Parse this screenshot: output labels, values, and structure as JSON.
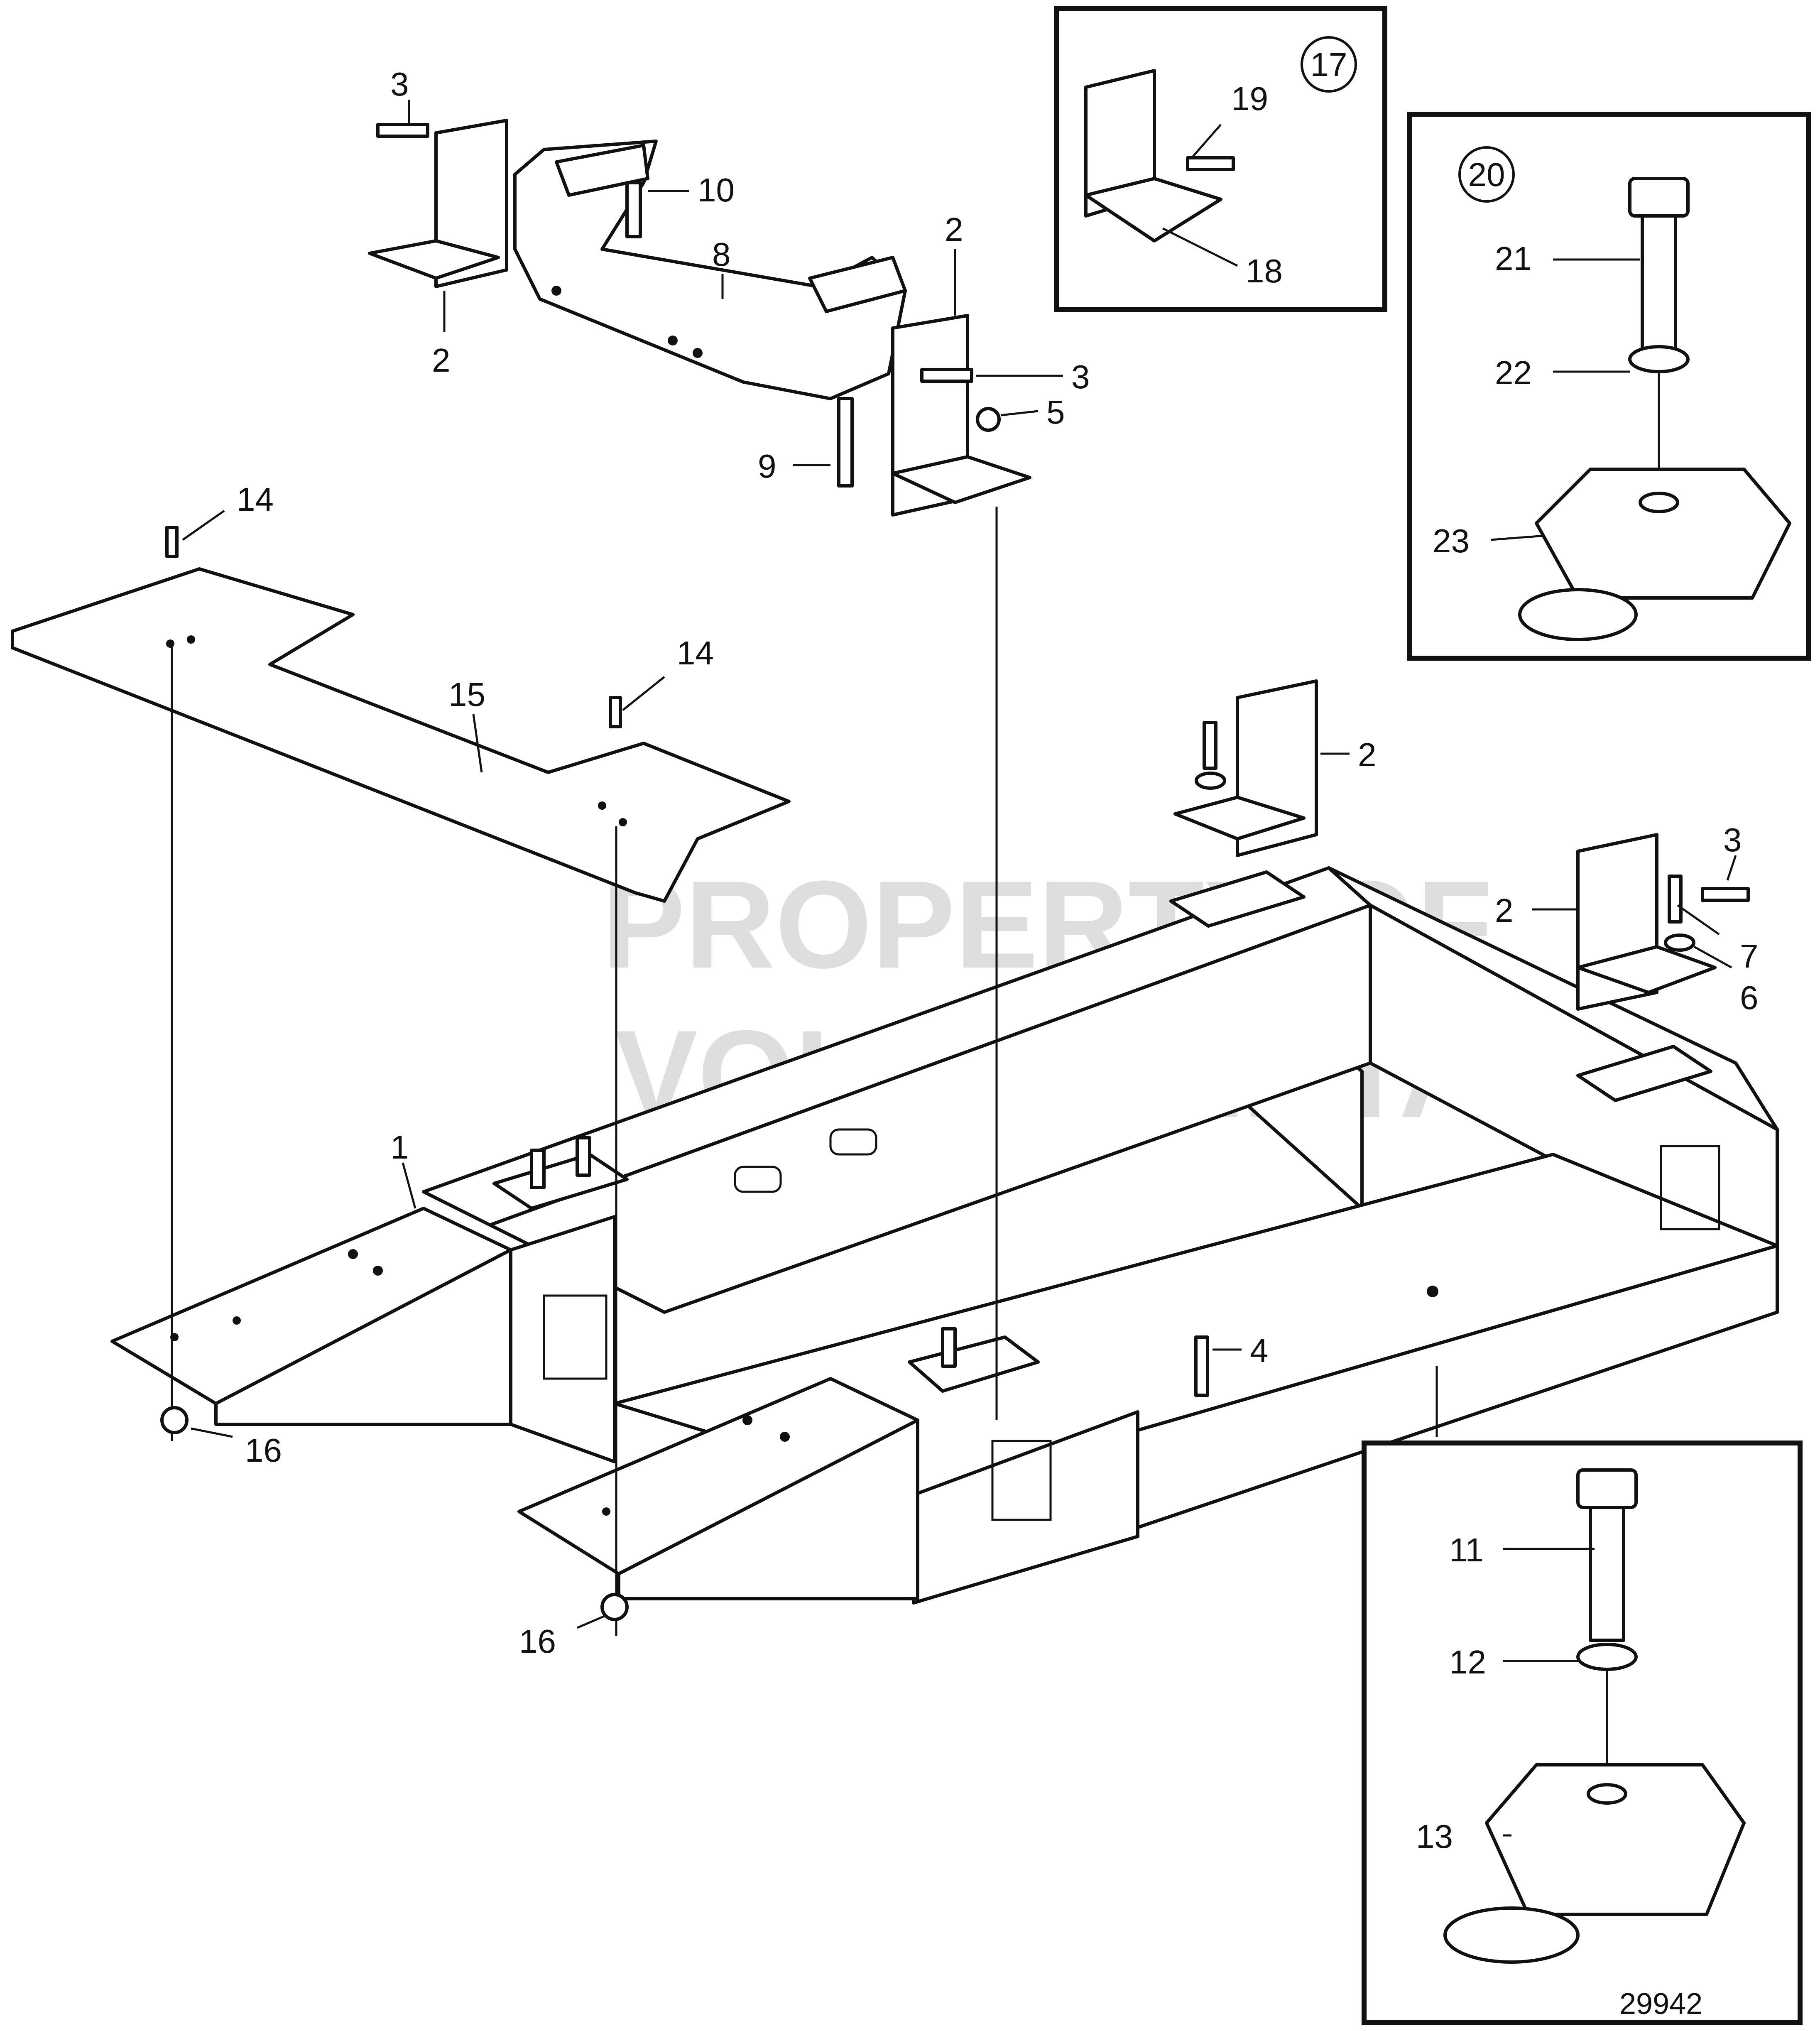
{
  "watermark": {
    "line1": "PROPERTY OF",
    "line2": "VOLVO PENTA"
  },
  "drawing_number": "29942",
  "callouts": [
    {
      "id": "c3a",
      "text": "3"
    },
    {
      "id": "c10",
      "text": "10"
    },
    {
      "id": "c2a",
      "text": "2"
    },
    {
      "id": "c8",
      "text": "8"
    },
    {
      "id": "c2b",
      "text": "2"
    },
    {
      "id": "c3b",
      "text": "3"
    },
    {
      "id": "c5",
      "text": "5"
    },
    {
      "id": "c9",
      "text": "9"
    },
    {
      "id": "c14a",
      "text": "14"
    },
    {
      "id": "c15",
      "text": "15"
    },
    {
      "id": "c14b",
      "text": "14"
    },
    {
      "id": "c19",
      "text": "19"
    },
    {
      "id": "c18",
      "text": "18"
    },
    {
      "id": "c21",
      "text": "21"
    },
    {
      "id": "c22",
      "text": "22"
    },
    {
      "id": "c23",
      "text": "23"
    },
    {
      "id": "c2c",
      "text": "2"
    },
    {
      "id": "c2d",
      "text": "2"
    },
    {
      "id": "c3c",
      "text": "3"
    },
    {
      "id": "c7",
      "text": "7"
    },
    {
      "id": "c6",
      "text": "6"
    },
    {
      "id": "c1",
      "text": "1"
    },
    {
      "id": "c4",
      "text": "4"
    },
    {
      "id": "c16a",
      "text": "16"
    },
    {
      "id": "c16b",
      "text": "16"
    },
    {
      "id": "c11",
      "text": "11"
    },
    {
      "id": "c12",
      "text": "12"
    },
    {
      "id": "c13",
      "text": "13"
    }
  ],
  "variant_markers": [
    {
      "id": "v17",
      "text": "17"
    },
    {
      "id": "v20",
      "text": "20"
    }
  ]
}
